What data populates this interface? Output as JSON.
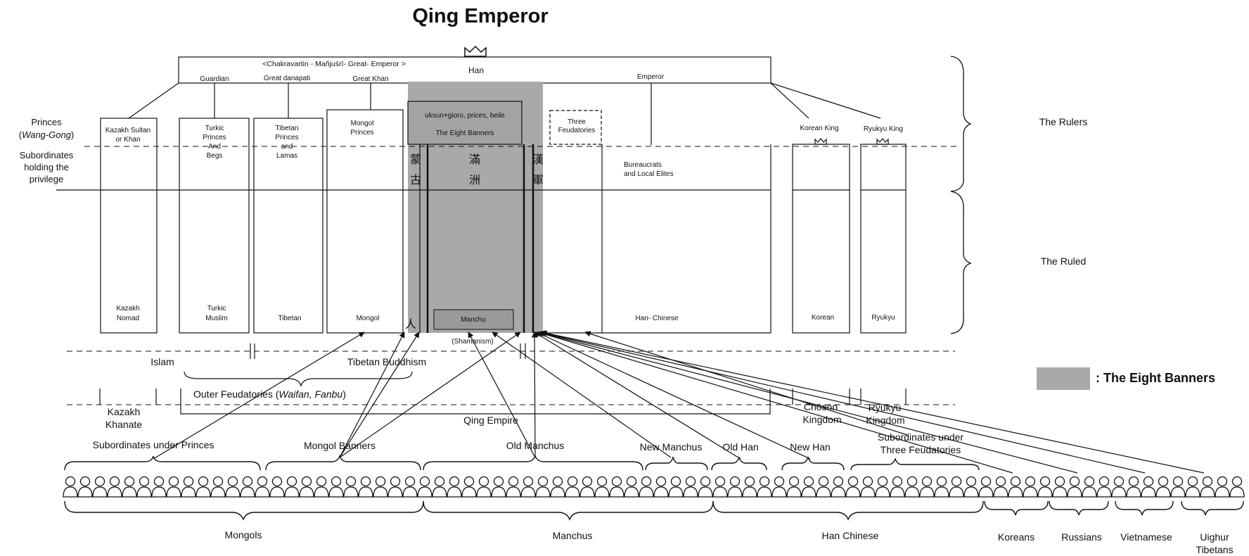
{
  "title": "Qing Emperor",
  "top": {
    "chakravartin": "<Chakravartin - Mañjuśrī- Great- Emperor  >",
    "han": "Han",
    "roles": [
      "Guardian",
      "Great danapati",
      "Great Khan",
      "Emperor"
    ]
  },
  "left_labels": {
    "princes": "Princes",
    "wang_gong": "Wang-Gong",
    "subordinates": [
      "Subordinates",
      "holding the",
      "privilege"
    ]
  },
  "right_labels": {
    "rulers": "The Rulers",
    "ruled": "The Ruled",
    "legend": ": The Eight Banners",
    "legend_color": "#a9a9a9"
  },
  "columns": {
    "kazakh_top": [
      "Kazakh Sultan",
      "or Khan"
    ],
    "kazakh_bottom": [
      "Kazakh",
      "Nomad"
    ],
    "turkic_top": [
      "Turkic",
      "Princes",
      "And",
      "Begs"
    ],
    "turkic_bottom": [
      "Turkic",
      "Muslim"
    ],
    "tibetan_top": [
      "Tibetan",
      "Princes",
      "and",
      "Lamas"
    ],
    "tibetan_bottom": "Tibetan",
    "mongol_top": [
      "Mongol",
      "Princes"
    ],
    "mongol_bottom": "Mongol",
    "banner_head": [
      "uksun+gioro,  prices,  beile",
      "The Eight Banners"
    ],
    "cjk": {
      "menggu": [
        "蒙",
        "古"
      ],
      "manzhou": [
        "滿",
        "洲"
      ],
      "hanjun": [
        "漢",
        "軍"
      ],
      "ren": "人"
    },
    "manchu": "Manchu",
    "shamanism": "(Shamanism)",
    "three_feud": [
      "Three",
      "Feudatories"
    ],
    "bureaucrats": [
      "Bureaucrats",
      "and Local  Elites"
    ],
    "han_chinese": "Han- Chinese",
    "korean_king": "Korean King",
    "ryukyu_king": "Ryukyu King",
    "korean": "Korean",
    "ryukyu": "Ryukyu"
  },
  "middle": {
    "islam": "Islam",
    "tibetan_buddhism": "Tibetan Buddhism",
    "outer_feud": "Outer Feudatories (",
    "outer_feud_italic": "Waifan, Fanbu",
    "outer_feud_close": ")",
    "kazakh_khanate": [
      "Kazakh",
      "Khanate"
    ],
    "qing_empire": "Qing Empire",
    "choson": [
      "Choson",
      "Kingdom"
    ],
    "ryukyu_kingdom": [
      "Ryukyu",
      "Kingdom"
    ]
  },
  "groups": {
    "sub_princes": "Subordinates  under Princes",
    "mongol_banners": "Mongol Banners",
    "old_manchus": "Old Manchus",
    "new_manchus": "New Manchus",
    "old_han": "Old Han",
    "new_han": "New Han",
    "sub_three": [
      "Subordinates under",
      "Three Feudatories"
    ]
  },
  "peoples": [
    "Mongols",
    "Manchus",
    "Han Chinese",
    "Koreans",
    "Russians",
    "Vietnamese",
    "Uighur",
    "Tibetans"
  ]
}
